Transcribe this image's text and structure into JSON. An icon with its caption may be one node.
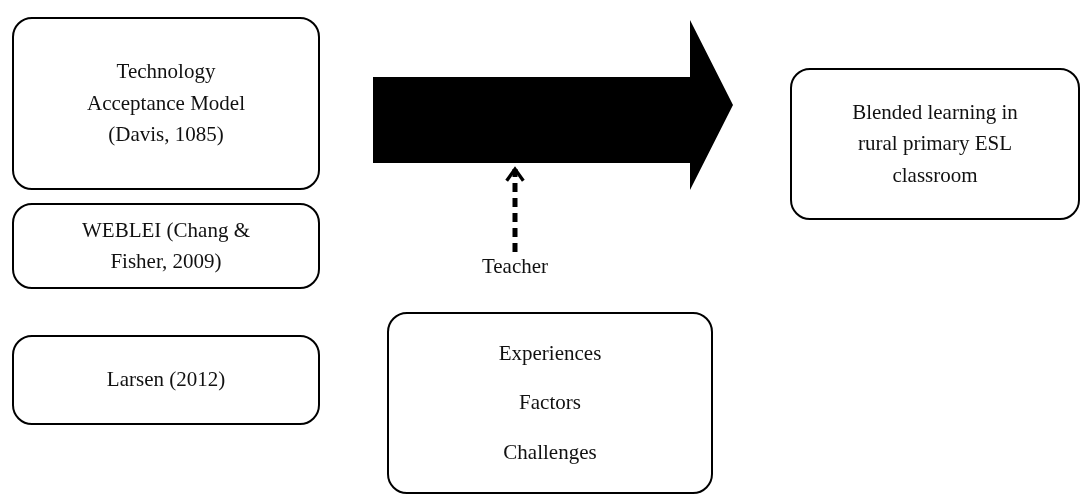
{
  "diagram": {
    "nodes": [
      {
        "text": [
          "Technology Acceptance Model (Davis, 1085)"
        ]
      },
      {
        "text": [
          "WEBLEI (Chang & Fisher, 2009)"
        ]
      },
      {
        "text": [
          "Larsen (2012)"
        ]
      },
      {
        "text": [],
        "shape": "arrow"
      },
      {
        "text": [
          "Blended learning in rural primary ESL classroom"
        ]
      },
      {
        "text": [
          "Teacher"
        ]
      },
      {
        "text": [
          "Experiences",
          "Factors",
          "Challenges"
        ]
      }
    ],
    "edges": [
      {
        "from": 5,
        "to": 3,
        "arrow": "to",
        "style": "dashed"
      }
    ]
  }
}
